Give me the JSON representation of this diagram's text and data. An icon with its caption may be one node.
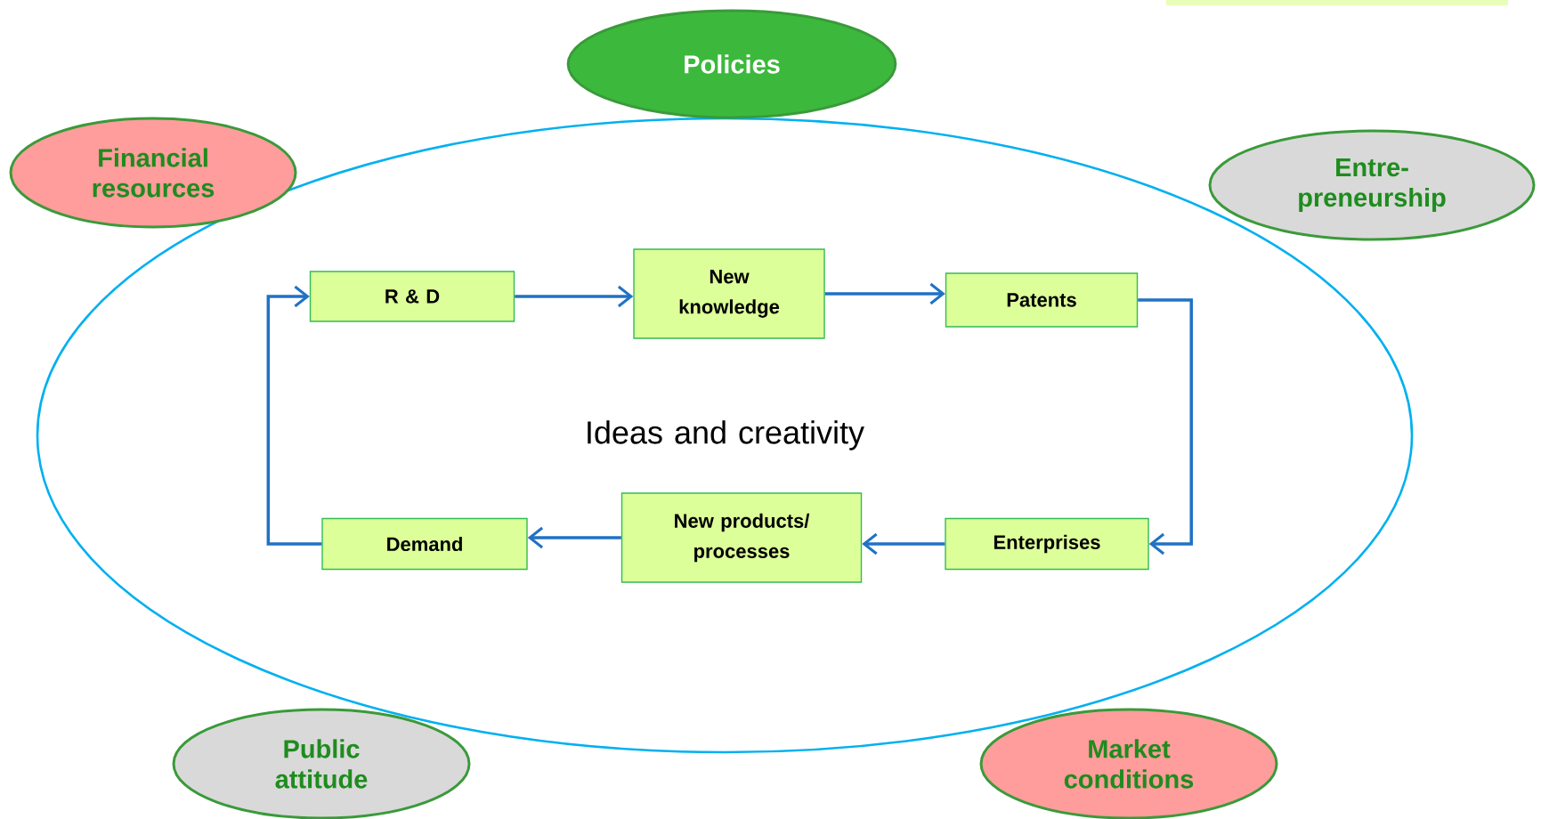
{
  "diagram": {
    "nodes": [
      {
        "text": [
          "Policies"
        ]
      },
      {
        "text": [
          "Financial resources"
        ]
      },
      {
        "text": [
          "Entre- preneurship"
        ]
      },
      {
        "text": [
          "Ideas and creativity"
        ]
      },
      {
        "text": [
          "R & D"
        ],
        "in": 3
      },
      {
        "text": [
          "New knowledge"
        ],
        "in": 3
      },
      {
        "text": [
          "Patents"
        ],
        "in": 3
      },
      {
        "text": [
          "Demand"
        ],
        "in": 3
      },
      {
        "text": [
          "New products/ processes"
        ],
        "in": 3
      },
      {
        "text": [
          "Enterprises"
        ],
        "in": 3
      },
      {
        "text": [
          "Public attitude"
        ]
      },
      {
        "text": [
          "Market conditions"
        ]
      }
    ],
    "edges": [
      {
        "from": 4,
        "to": 5,
        "arrow": "to"
      },
      {
        "from": 5,
        "to": 6,
        "arrow": "to"
      },
      {
        "from": 6,
        "to": 9,
        "arrow": "to"
      },
      {
        "from": 9,
        "to": 8,
        "arrow": "to"
      },
      {
        "from": 8,
        "to": 7,
        "arrow": "to"
      },
      {
        "from": 7,
        "to": 4,
        "arrow": "to"
      }
    ]
  }
}
